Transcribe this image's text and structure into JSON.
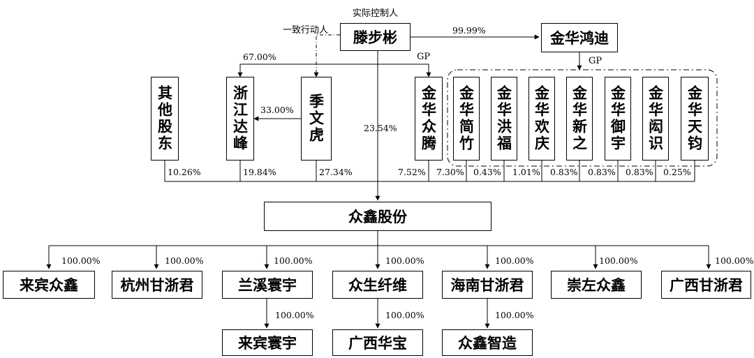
{
  "top": {
    "controller_role": "实际控制人",
    "concert_label": "一致行动人",
    "controller": "滕步彬",
    "holding": "金华鸿迪",
    "holding_pct": "99.99%",
    "gp": "GP",
    "zhejiang_pct": "67.00%",
    "direct_pct": "23.54%"
  },
  "shareholders": {
    "others": {
      "name": "其他股东",
      "pct": "10.26%"
    },
    "zhejiang": {
      "name": "浙江达峰",
      "pct": "19.84%"
    },
    "jiwenhu": {
      "name": "季文虎",
      "pct": "27.34%",
      "to_zhejiang_pct": "33.00%"
    },
    "zhongteng": {
      "name": "金华众腾",
      "pct": "7.52%"
    }
  },
  "partnerships": [
    {
      "name": "金华简竹",
      "pct": "7.30%"
    },
    {
      "name": "金华洪福",
      "pct": "0.43%"
    },
    {
      "name": "金华欢庆",
      "pct": "1.01%"
    },
    {
      "name": "金华新之",
      "pct": "0.83%"
    },
    {
      "name": "金华御宇",
      "pct": "0.83%"
    },
    {
      "name": "金华闳识",
      "pct": "0.83%"
    },
    {
      "name": "金华天钧",
      "pct": "0.25%"
    }
  ],
  "company": "众鑫股份",
  "subsidiaries": [
    {
      "name": "来宾众鑫",
      "pct": "100.00%"
    },
    {
      "name": "杭州甘浙君",
      "pct": "100.00%"
    },
    {
      "name": "兰溪寰宇",
      "pct": "100.00%"
    },
    {
      "name": "众生纤维",
      "pct": "100.00%"
    },
    {
      "name": "海南甘浙君",
      "pct": "100.00%"
    },
    {
      "name": "崇左众鑫",
      "pct": "100.00%"
    },
    {
      "name": "广西甘浙君",
      "pct": "100.00%"
    }
  ],
  "sub_subsidiaries": [
    {
      "name": "来宾寰宇",
      "pct": "100.00%"
    },
    {
      "name": "广西华宝",
      "pct": "100.00%"
    },
    {
      "name": "众鑫智造",
      "pct": "100.00%"
    }
  ]
}
